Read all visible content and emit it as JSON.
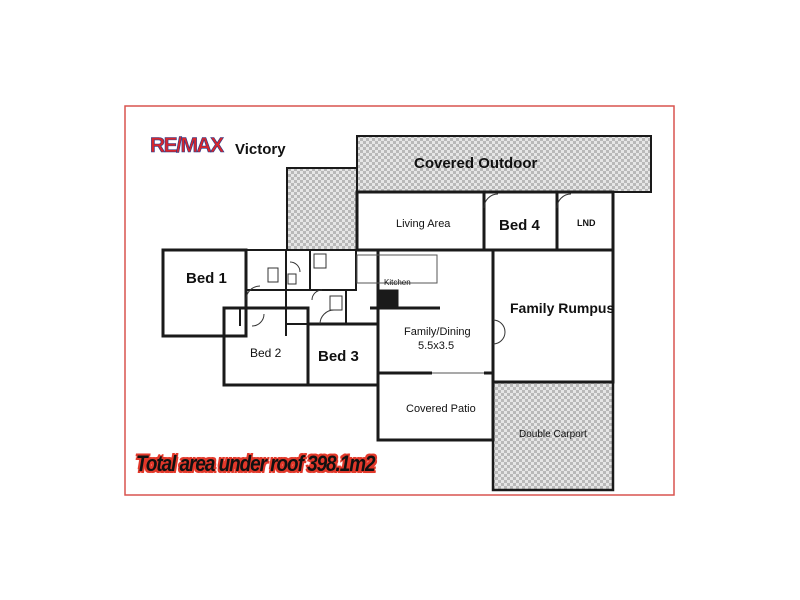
{
  "brand": {
    "logo_text": "RE/MAX",
    "office": "Victory"
  },
  "rooms": {
    "covered_outdoor": "Covered Outdoor",
    "living_area": "Living Area",
    "bed4": "Bed 4",
    "lnd": "LND",
    "bed1": "Bed 1",
    "kitchen": "Kitchen",
    "family_rumpus": "Family Rumpus",
    "family_dining": "Family/Dining",
    "family_dining_size": "5.5x3.5",
    "bed2": "Bed 2",
    "bed3": "Bed 3",
    "covered_patio": "Covered Patio",
    "double_carport": "Double Carport"
  },
  "total_area": "Total area under roof 398.1m2",
  "colors": {
    "frame": "#d9534f",
    "wall": "#1a1a1a",
    "hatch": "#c8c8c8",
    "logo_red": "#d8262c",
    "logo_blue": "#1f3b8f"
  }
}
